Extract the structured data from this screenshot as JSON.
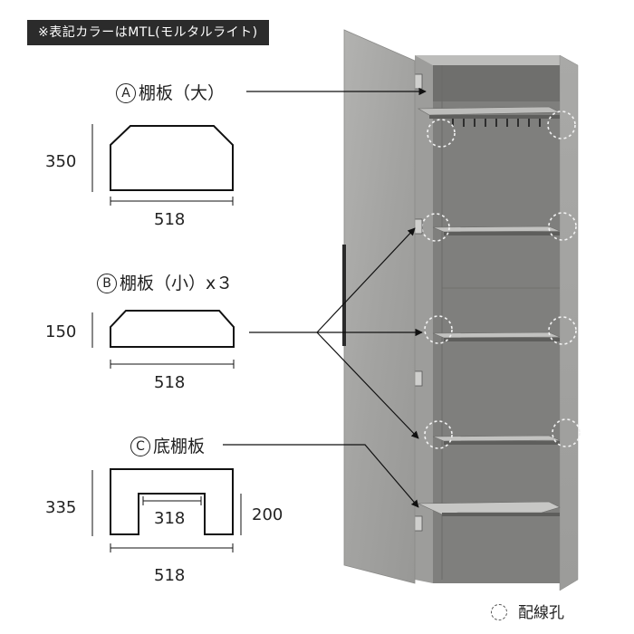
{
  "note": "※表記カラーはMTL(モルタルライト)",
  "shelves": [
    {
      "marker": "A",
      "name": "棚板（大）",
      "depth": "350",
      "width": "518"
    },
    {
      "marker": "B",
      "name": "棚板（小）x３",
      "depth": "150",
      "width": "518"
    },
    {
      "marker": "C",
      "name": "底棚板",
      "depth": "335",
      "width": "518",
      "notch_width": "318",
      "notch_depth": "200"
    }
  ],
  "legend": {
    "label": "配線孔",
    "icon": "dashed-circle-icon"
  },
  "colors": {
    "cabinet": "#a9a9a7",
    "cabinet_dark": "#7c7c7a",
    "inner": "#8e8e8c",
    "note_bg": "#2b2b2b"
  }
}
